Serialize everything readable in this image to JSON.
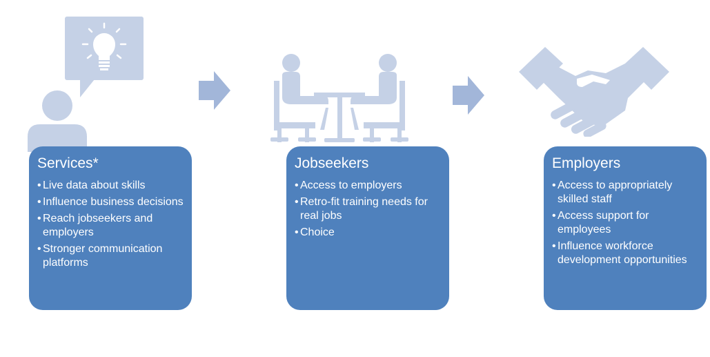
{
  "colors": {
    "card": "#4f81bd",
    "icon": "#c5d1e6",
    "arrow": "#a2b6d9",
    "text": "#ffffff"
  },
  "icons": {
    "services": "person-idea-icon",
    "jobseekers": "interview-icon",
    "employers": "handshake-icon",
    "arrow": "right-arrow-icon"
  },
  "cards": [
    {
      "title": "Services*",
      "items": [
        "Live data about skills",
        "Influence business decisions",
        "Reach jobseekers and employers",
        "Stronger communication platforms"
      ]
    },
    {
      "title": "Jobseekers",
      "items": [
        "Access to employers",
        "Retro-fit training needs for real jobs",
        "Choice"
      ]
    },
    {
      "title": "Employers",
      "items": [
        "Access to appropriately skilled staff",
        "Access support for employees",
        "Influence workforce development opportunities"
      ]
    }
  ],
  "bullet": "•"
}
